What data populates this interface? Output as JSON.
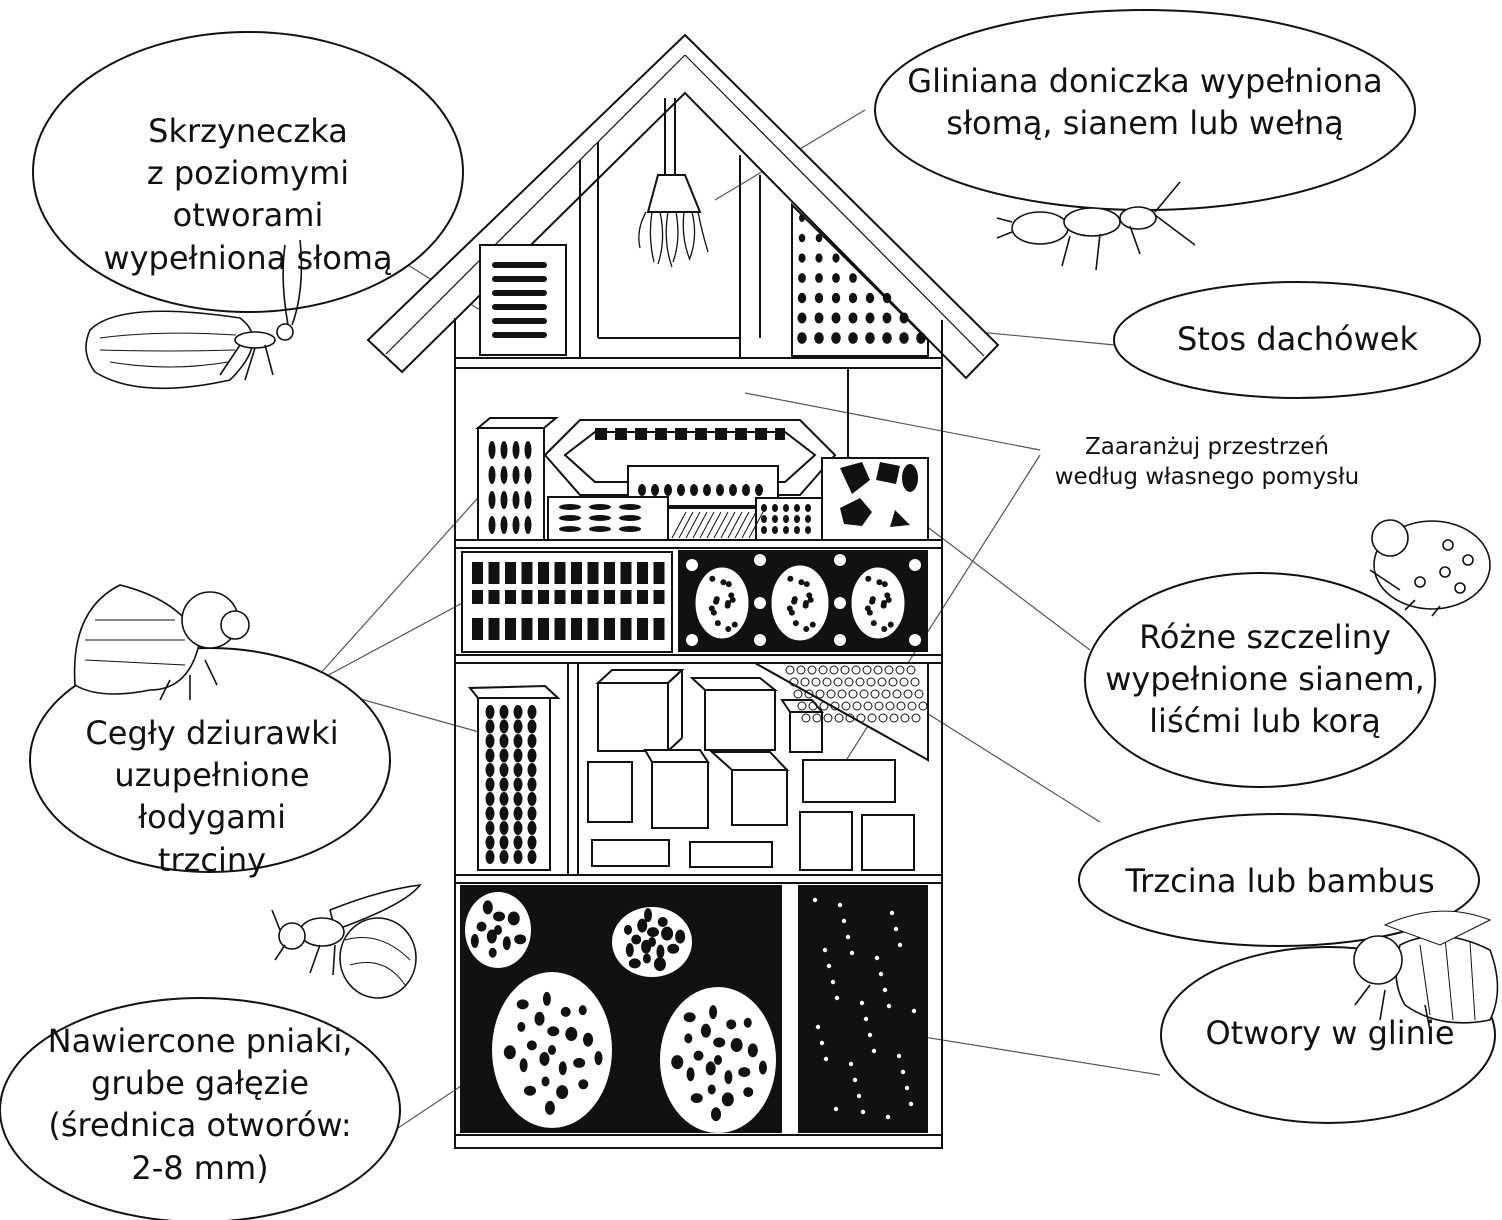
{
  "labels": {
    "skrzyneczka": [
      "Skrzyneczka",
      "z poziomymi otworami",
      "wypełniona słomą"
    ],
    "doniczka": [
      "Gliniana doniczka wypełniona",
      "słomą, sianem lub wełną"
    ],
    "dachowki": [
      "Stos dachówek"
    ],
    "przestrzen": [
      "Zaaranżuj przestrzeń",
      "według własnego pomysłu"
    ],
    "szczeliny": [
      "Różne szczeliny",
      "wypełnione sianem,",
      "liśćmi lub korą"
    ],
    "cegly": [
      "Cegły dziurawki",
      "uzupełnione łodygami",
      "trzciny"
    ],
    "trzcina": [
      "Trzcina lub bambus"
    ],
    "pniaki": [
      "Nawiercone pniaki,",
      "grube gałęzie",
      "(średnica otworów:",
      "2-8 mm)"
    ],
    "glina": [
      "Otwory w glinie"
    ]
  },
  "colors": {
    "ink": "#111111",
    "line": "#555555",
    "paper": "#ffffff"
  },
  "icons": [
    "lacewing-icon",
    "earwig-icon",
    "ladybird-icon",
    "fly-icon",
    "wasp-icon",
    "bee-icon"
  ]
}
